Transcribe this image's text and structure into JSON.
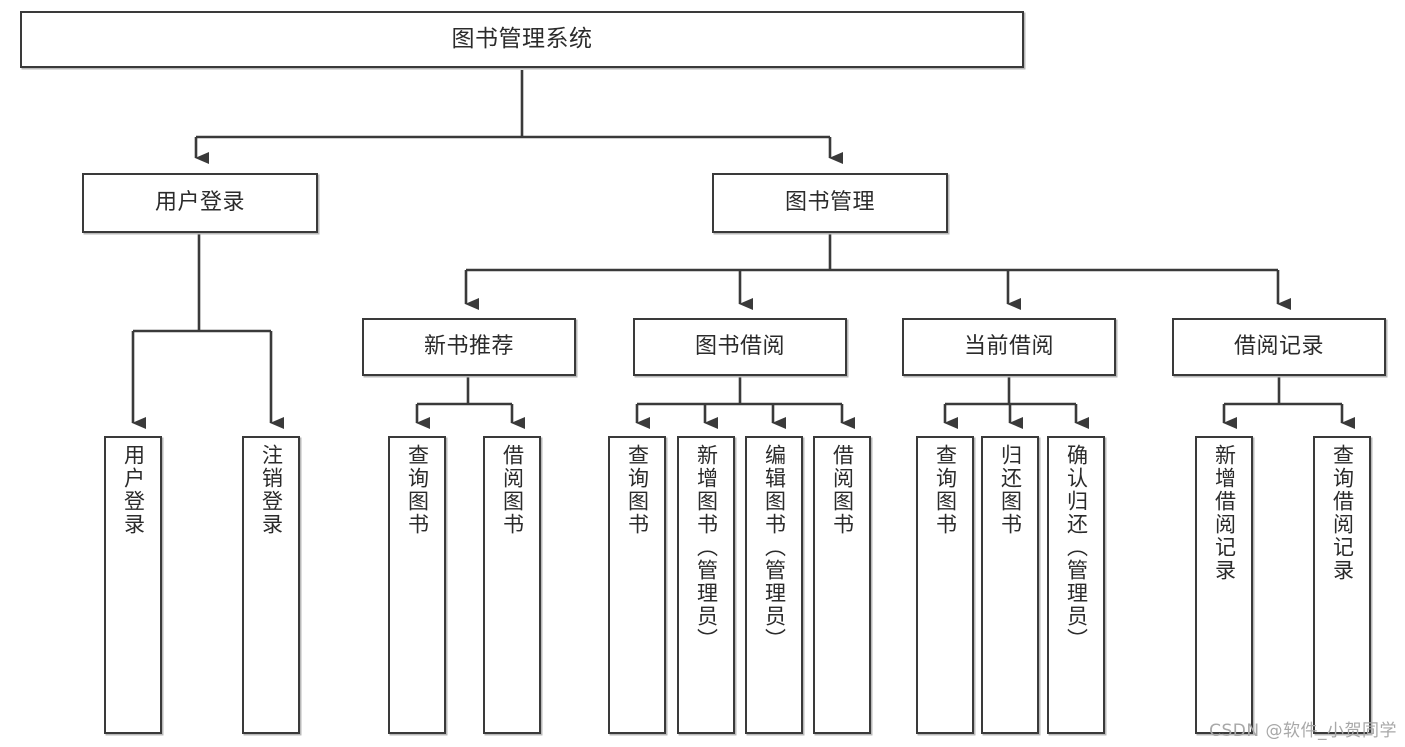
{
  "diagram": {
    "type": "tree-hierarchy",
    "title": "图书管理系统",
    "orientation": "top-down",
    "colors": {
      "box_border": "#3a3a3a",
      "box_fill": "#ffffff",
      "edge": "#3a3a3a",
      "box_shadow": "#b9b9b9",
      "text": "#2b2b2b",
      "watermark": "#a8a8a8",
      "background": "#ffffff"
    },
    "root": {
      "label": "图书管理系统"
    },
    "level2": [
      {
        "label": "用户登录"
      },
      {
        "label": "图书管理"
      }
    ],
    "level3": [
      {
        "label": "新书推荐"
      },
      {
        "label": "图书借阅"
      },
      {
        "label": "当前借阅"
      },
      {
        "label": "借阅记录"
      }
    ],
    "leaves": {
      "user_login": [
        {
          "label": "用户登录"
        },
        {
          "label": "注销登录"
        }
      ],
      "new_book_recommend": [
        {
          "label": "查询图书"
        },
        {
          "label": "借阅图书"
        }
      ],
      "book_borrow": [
        {
          "label": "查询图书"
        },
        {
          "label": "新增图书（管理员）"
        },
        {
          "label": "编辑图书（管理员）"
        },
        {
          "label": "借阅图书"
        }
      ],
      "current_borrow": [
        {
          "label": "查询图书"
        },
        {
          "label": "归还图书"
        },
        {
          "label": "确认归还（管理员）"
        }
      ],
      "borrow_record": [
        {
          "label": "新增借阅记录"
        },
        {
          "label": "查询借阅记录"
        }
      ]
    }
  },
  "watermark": {
    "text": "CSDN @软件_小贺同学"
  }
}
